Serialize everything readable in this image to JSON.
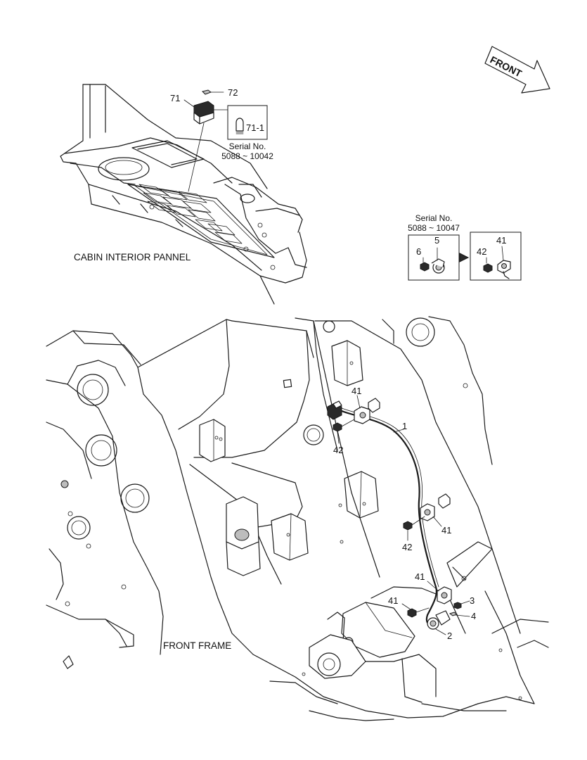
{
  "front_arrow": {
    "label": "FRONT"
  },
  "cabin": {
    "caption": "CABIN INTERIOR PANNEL",
    "callouts": {
      "p71": "71",
      "p72": "72",
      "p71_1": "71-1"
    },
    "serial_label": "Serial No.",
    "serial_range": "5088 ~ 10042"
  },
  "inset": {
    "serial_label": "Serial No.",
    "serial_range": "5088 ~ 10047",
    "before": {
      "p5": "5",
      "p6": "6"
    },
    "after": {
      "p41": "41",
      "p42": "42"
    }
  },
  "frame": {
    "caption": "FRONT FRAME",
    "callouts": {
      "p1": "1",
      "p2": "2",
      "p3": "3",
      "p4": "4",
      "p41_top": "41",
      "p42_top": "42",
      "p41_mid": "41",
      "p42_mid": "42",
      "p41_low": "41",
      "p41_left": "41"
    }
  }
}
